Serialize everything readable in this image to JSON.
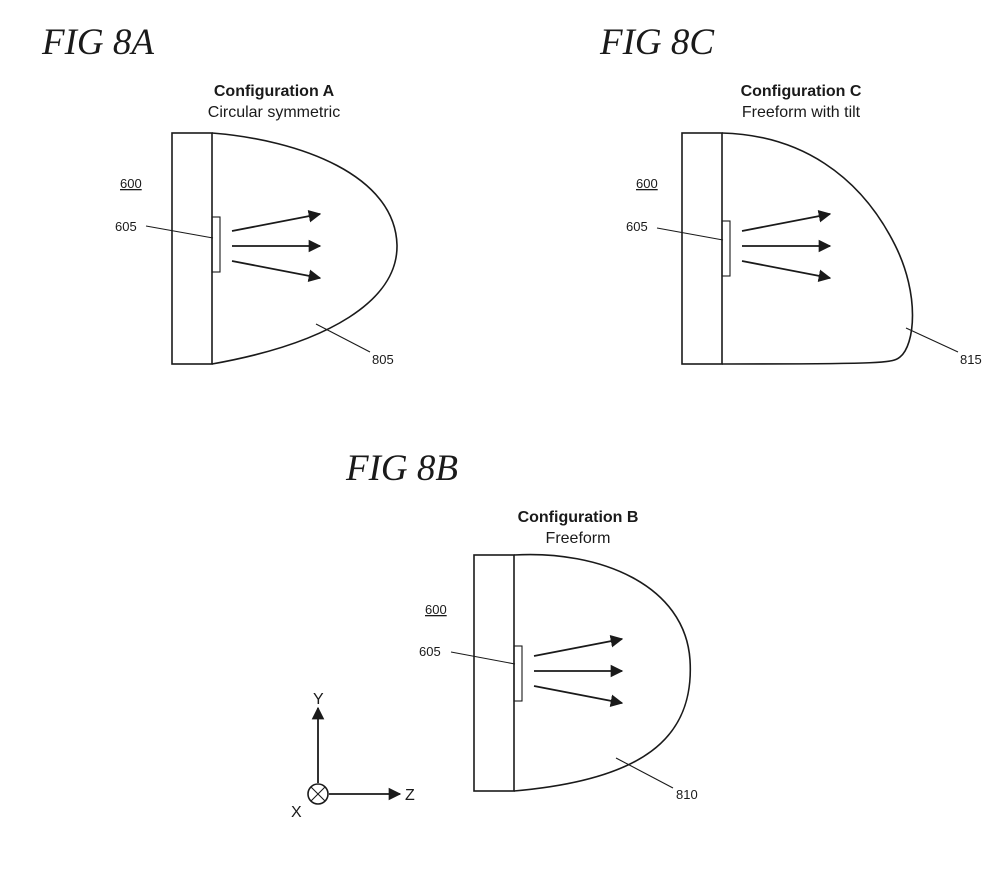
{
  "figures": {
    "a": {
      "label": "FIG 8A",
      "config_title": "Configuration A",
      "config_subtitle": "Circular symmetric",
      "device_ref": "600",
      "emitter_ref": "605",
      "optic_ref": "805"
    },
    "c": {
      "label": "FIG 8C",
      "config_title": "Configuration C",
      "config_subtitle": "Freeform with tilt",
      "device_ref": "600",
      "emitter_ref": "605",
      "optic_ref": "815"
    },
    "b": {
      "label": "FIG 8B",
      "config_title": "Configuration B",
      "config_subtitle": "Freeform",
      "device_ref": "600",
      "emitter_ref": "605",
      "optic_ref": "810"
    }
  },
  "axes": {
    "y_label": "Y",
    "z_label": "Z",
    "x_label": "X"
  }
}
